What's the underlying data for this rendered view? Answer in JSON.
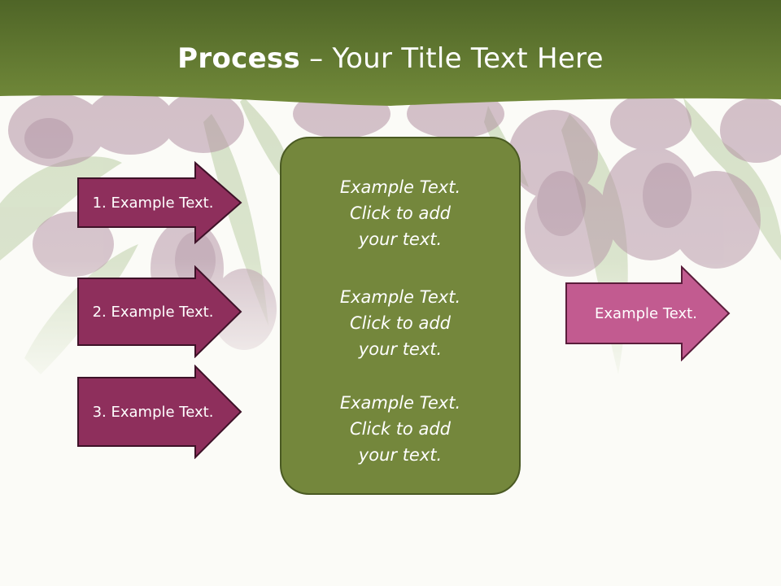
{
  "title": {
    "bold": "Process",
    "rest": " – Your Title Text Here"
  },
  "inputs": [
    {
      "label": "1. Example Text."
    },
    {
      "label": "2. Example Text."
    },
    {
      "label": "3. Example Text."
    }
  ],
  "center_box": {
    "paragraphs": [
      {
        "line1": "Example Text.",
        "line2": "Click  to add",
        "line3": "your text."
      },
      {
        "line1": "Example Text.",
        "line2": "Click  to add",
        "line3": "your text."
      },
      {
        "line1": "Example Text.",
        "line2": "Click  to add",
        "line3": "your text."
      }
    ]
  },
  "output": {
    "label": "Example Text."
  },
  "colors": {
    "header_green": "#667d33",
    "box_green": "#74873c",
    "input_arrow": "#8e2f5c",
    "output_arrow": "#c25b90"
  }
}
